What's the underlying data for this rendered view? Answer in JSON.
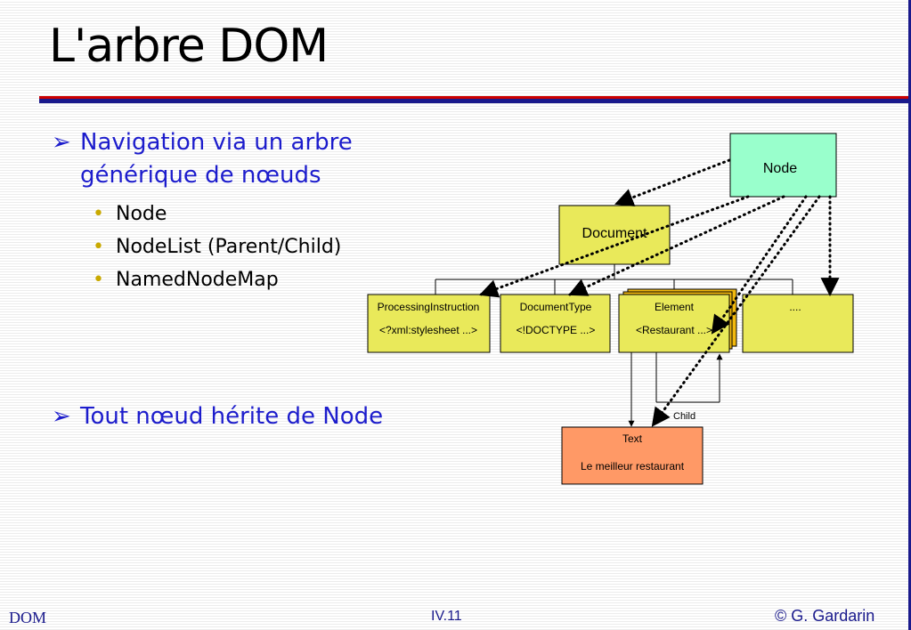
{
  "slide": {
    "title": "L'arbre DOM"
  },
  "bullets": {
    "first": {
      "arrow": "➢",
      "line1": "Navigation via un arbre",
      "line2": "générique de nœuds"
    },
    "sub_items": [
      {
        "dot": "•",
        "label": "Node"
      },
      {
        "dot": "•",
        "label": "NodeList (Parent/Child)"
      },
      {
        "dot": "•",
        "label": "NamedNodeMap"
      }
    ],
    "second": {
      "arrow": "➢",
      "line1": "Tout nœud hérite de Node"
    }
  },
  "diagram": {
    "node": {
      "label": "Node",
      "color": "#99ffcc"
    },
    "document": {
      "label": "Document",
      "color": "#e9e95a"
    },
    "processing_instruction": {
      "line1": "ProcessingInstruction",
      "line2": "<?xml:stylesheet ...>",
      "color": "#e9e95a"
    },
    "document_type": {
      "line1": "DocumentType",
      "line2": "<!DOCTYPE ...>",
      "color": "#e9e95a"
    },
    "element": {
      "line1": "Element",
      "line2": "<Restaurant ...>",
      "color": "#e9e95a",
      "shadow_color": "#f2b90e"
    },
    "more": {
      "label": "....",
      "color": "#e9e95a"
    },
    "child_label": "Child",
    "text": {
      "line1": "Text",
      "line2": "Le meilleur restaurant",
      "color": "#ff9966"
    }
  },
  "footer": {
    "left": "DOM",
    "center": "IV.11",
    "right": "© G. Gardarin"
  }
}
